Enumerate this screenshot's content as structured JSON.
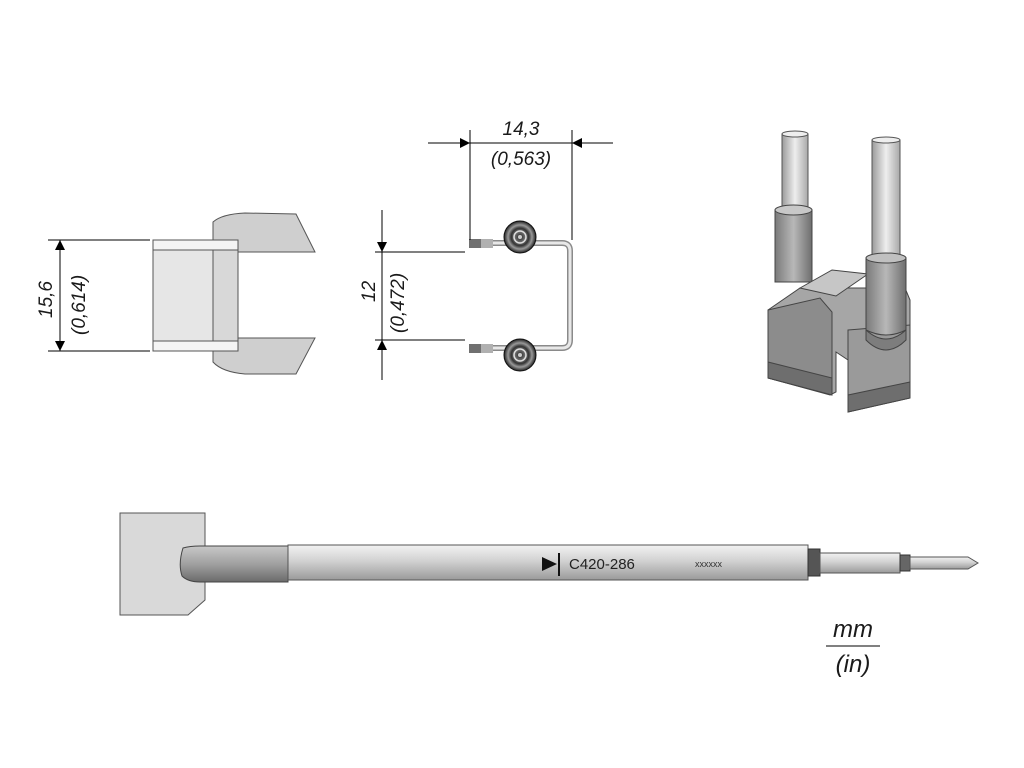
{
  "dimensions": {
    "height_tip": {
      "mm": "15,6",
      "in": "(0,614)"
    },
    "width_gap": {
      "mm": "14,3",
      "in": "(0,563)"
    },
    "inner_gap": {
      "mm": "12",
      "in": "(0,472)"
    }
  },
  "part_number": "C420-286",
  "serial_placeholder": "xxxxxx",
  "units": {
    "primary": "mm",
    "secondary": "(in)"
  },
  "colors": {
    "line": "#000000",
    "metal_light": "#e4e4e4",
    "metal_mid": "#b8b8b8",
    "metal_dark": "#707070"
  }
}
